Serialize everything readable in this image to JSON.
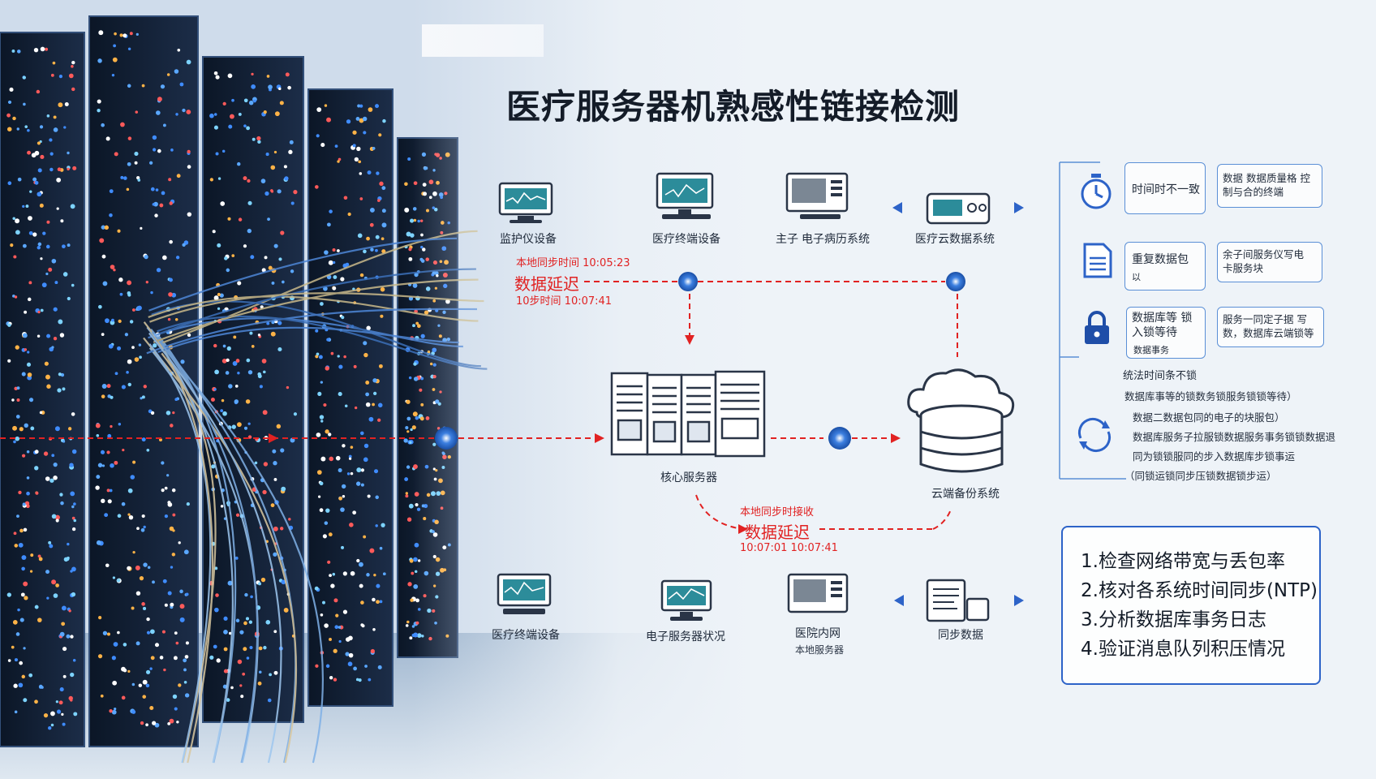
{
  "title": "医疗服务器机熟感性链接检测",
  "top_row": {
    "monitor": "监护仪设备",
    "terminal": "医疗终端设备",
    "emr": "电子病历系统",
    "emr_prefix": "主子",
    "his": "医疗云数据系统"
  },
  "delay_top": {
    "t1": "本地同步时间 10:05:23",
    "label": "数据延迟",
    "t2": "10步时间 10:07:41"
  },
  "core_server": "核心服务器",
  "cloud_backup": "云端备份系统",
  "delay_bottom": {
    "t1": "本地同步时接收",
    "label": "数据延迟",
    "t2": "10:07:01  10:07:41"
  },
  "bottom_row": {
    "terminal": "医疗终端设备",
    "server": "电子服务器状况",
    "lan": "医院内网",
    "lan_sub": "本地服务器",
    "sync": "同步数据"
  },
  "right_panel": {
    "r1_label": "时间时不一致",
    "r1_note": "数据 数据质量格 控制与合的终端",
    "r2_label": "重复数据包",
    "r2_sub": "以",
    "r2_note": "余子间服务仪写电 卡服务块",
    "r3_label": "数据库等 锁入锁等待",
    "r3_sub": "数据事务",
    "r3_note": "服务一同定子据 写数，数据库云端锁等",
    "heading": "统法时间条不锁",
    "items": [
      "数据库事等的锁数务锁服务锁锁等待）",
      "数据二数据包同的电子的块服包）",
      "数据库服务子拉服锁数据服务事务锁锁数据退",
      "同为锁锁服同的步入数据库步锁事运",
      "（同锁运锁同步压锁数据锁步运）"
    ]
  },
  "checklist": [
    "1.检查网络带宽与丢包率",
    "2.核对各系统时间同步(NTP)",
    "3.分析数据库事务日志",
    "4.验证消息队列积压情况"
  ],
  "colors": {
    "accent": "#2d63c8",
    "alert": "#e12222",
    "ink": "#141c28"
  }
}
